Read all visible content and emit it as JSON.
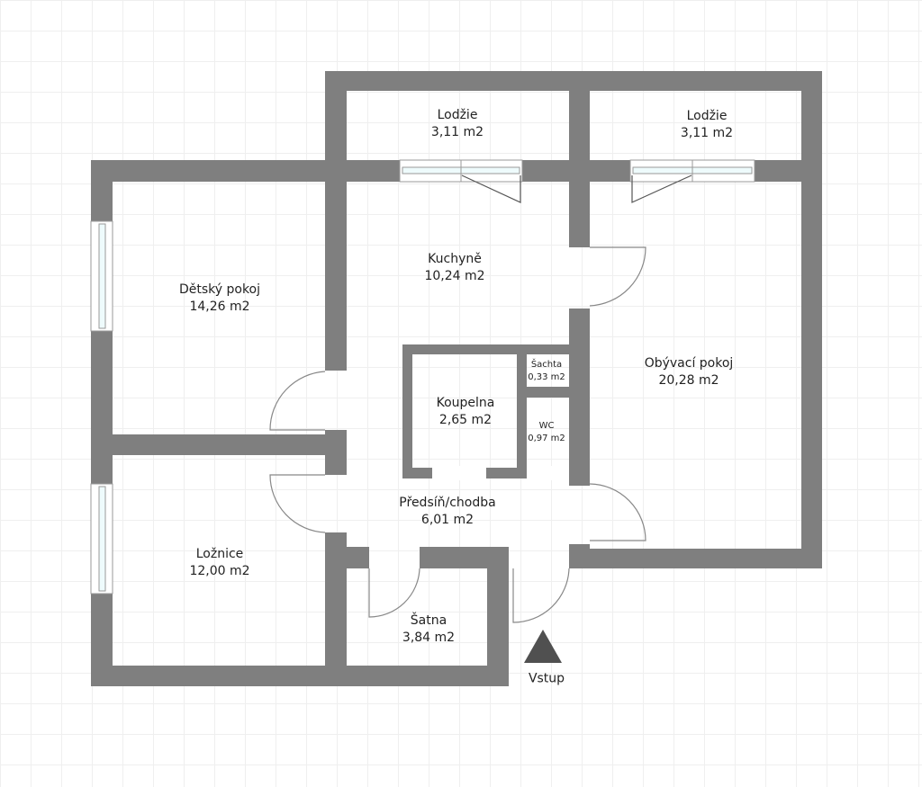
{
  "colors": {
    "wall": "#7f7f7f",
    "glass": "#eefbfc",
    "grid": "#efefef",
    "arrow": "#505050"
  },
  "rooms": [
    {
      "id": "lodzie-left",
      "name": "Lodžie",
      "area": "3,11 m2"
    },
    {
      "id": "lodzie-right",
      "name": "Lodžie",
      "area": "3,11 m2"
    },
    {
      "id": "kuchyne",
      "name": "Kuchyně",
      "area": "10,24 m2"
    },
    {
      "id": "detsky-pokoj",
      "name": "Dětský pokoj",
      "area": "14,26 m2"
    },
    {
      "id": "obyvaci-pokoj",
      "name": "Obývací pokoj",
      "area": "20,28 m2"
    },
    {
      "id": "koupelna",
      "name": "Koupelna",
      "area": "2,65 m2"
    },
    {
      "id": "sachta",
      "name": "Šachta",
      "area": "0,33 m2"
    },
    {
      "id": "wc",
      "name": "WC",
      "area": "0,97 m2"
    },
    {
      "id": "predsin",
      "name": "Předsíň/chodba",
      "area": "6,01 m2"
    },
    {
      "id": "loznice",
      "name": "Ložnice",
      "area": "12,00 m2"
    },
    {
      "id": "satna",
      "name": "Šatna",
      "area": "3,84 m2"
    }
  ],
  "entrance": {
    "label": "Vstup",
    "icon": "triangle-up"
  }
}
